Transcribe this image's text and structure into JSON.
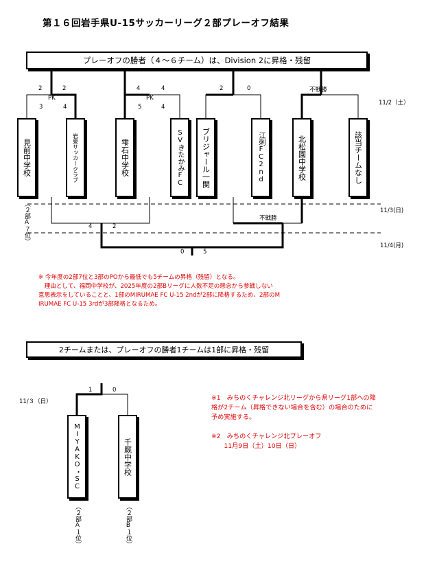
{
  "title": "第１６回岩手県U-15サッカーリーグ２部プレーオフ結果",
  "section1": {
    "banner": "プレーオフの勝者（４～６チーム）は、Division 2に昇格・残留",
    "teams": [
      "見前中学校",
      "岩泉サッカークラブ",
      "雫石中学校",
      "SVきたかみFC",
      "ブリジャール一関",
      "江刺FC2nd",
      "北松園中学校",
      "該当チームなし"
    ],
    "scores": {
      "m1_top": [
        "2",
        "2"
      ],
      "m1_pk": "PK",
      "m1_pkscore": [
        "3",
        "4"
      ],
      "m2_top": [
        "4",
        "4"
      ],
      "m2_pk": "PK",
      "m2_pkscore": [
        "5",
        "4"
      ],
      "m3_top": [
        "2",
        "0"
      ],
      "m4_label": "不戦勝",
      "r2a": [
        "4",
        "2"
      ],
      "r2b_label": "不戦勝",
      "final": [
        "0",
        "5"
      ]
    },
    "dates": [
      "11/2（土）",
      "11/3(日)",
      "11/4(月)"
    ],
    "side_note": "（２部A７位）",
    "notes": [
      "※ 今年度の2部7位と3部のPOから最低でも5チームの昇格（残留）となる。",
      "　理由として、福岡中学校が、2025年度の2部Bリーグに人数不足の懸念から参戦しない",
      "意思表示をしていることと、1部のMIRUMAE FC U-15 2ndが2部に降格するため、2部のM",
      "IRUMAE FC U-15 3rdが3部降格となるため。"
    ]
  },
  "section2": {
    "banner": "2チームまたは、プレーオフの勝者1チームは1部に昇格・残留",
    "date": "11/３（日）",
    "teams": [
      "MIYAKO・SC",
      "千厩中学校"
    ],
    "scores": [
      "1",
      "0"
    ],
    "team_notes": [
      "（２部A１位）",
      "（２部B１位）"
    ],
    "notes": [
      "※1　みちのくチャレンジ北リーグから県リーグ1部への降",
      "格が2チーム（昇格できない場合を含む）の場合のために",
      "予め実施する。",
      "",
      "※2　みちのくチャレンジ北プレーオフ",
      "　　11月9日（土）10日（日）"
    ]
  }
}
